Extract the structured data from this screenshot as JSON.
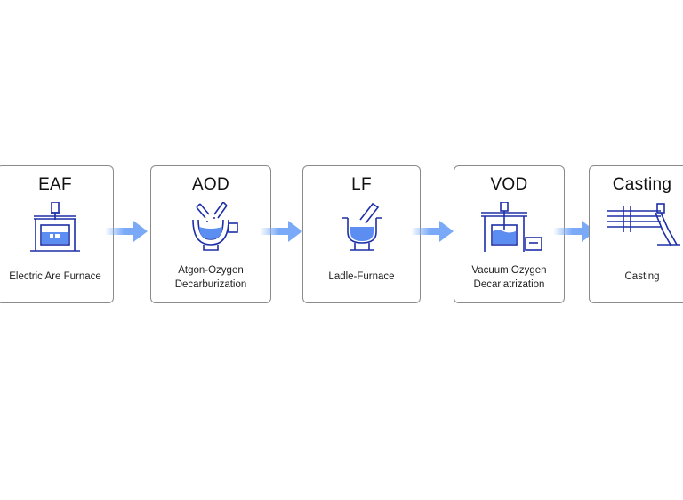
{
  "colors": {
    "border": "#8a8a8a",
    "icon_stroke": "#1d2fa8",
    "liquid": "#5b8ef0",
    "arrow": "#7aaaf7"
  },
  "steps": [
    {
      "abbr": "EAF",
      "name": "Electric Are Furnace",
      "icon": "electric-arc-furnace-icon"
    },
    {
      "abbr": "AOD",
      "name_line1": "Atgon-Ozygen",
      "name_line2": "Decarburization",
      "icon": "aod-converter-icon"
    },
    {
      "abbr": "LF",
      "name": "Ladle-Furnace",
      "icon": "ladle-furnace-icon"
    },
    {
      "abbr": "VOD",
      "name_line1": "Vacuum Ozygen",
      "name_line2": "Decariatrization",
      "icon": "vod-vessel-icon"
    },
    {
      "abbr": "Casting",
      "name": "Casting",
      "icon": "casting-machine-icon"
    }
  ]
}
